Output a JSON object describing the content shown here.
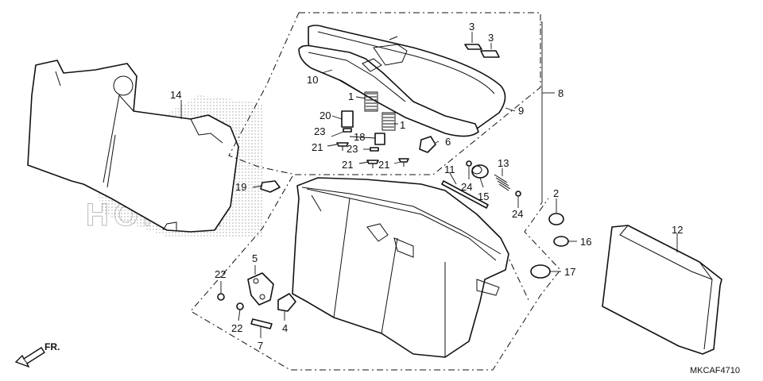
{
  "diagram": {
    "code": "MKCAF4710",
    "front_label": "FR.",
    "watermark": "HONDA",
    "callouts": [
      {
        "id": "c1a",
        "text": "1"
      },
      {
        "id": "c1b",
        "text": "1"
      },
      {
        "id": "c2",
        "text": "2"
      },
      {
        "id": "c3a",
        "text": "3"
      },
      {
        "id": "c3b",
        "text": "3"
      },
      {
        "id": "c4",
        "text": "4"
      },
      {
        "id": "c5",
        "text": "5"
      },
      {
        "id": "c6",
        "text": "6"
      },
      {
        "id": "c7",
        "text": "7"
      },
      {
        "id": "c8",
        "text": "8"
      },
      {
        "id": "c9",
        "text": "9"
      },
      {
        "id": "c10",
        "text": "10"
      },
      {
        "id": "c11",
        "text": "11"
      },
      {
        "id": "c12",
        "text": "12"
      },
      {
        "id": "c13",
        "text": "13"
      },
      {
        "id": "c14",
        "text": "14"
      },
      {
        "id": "c15",
        "text": "15"
      },
      {
        "id": "c16",
        "text": "16"
      },
      {
        "id": "c17",
        "text": "17"
      },
      {
        "id": "c18",
        "text": "18"
      },
      {
        "id": "c19",
        "text": "19"
      },
      {
        "id": "c20",
        "text": "20"
      },
      {
        "id": "c21a",
        "text": "21"
      },
      {
        "id": "c21b",
        "text": "21"
      },
      {
        "id": "c21c",
        "text": "21"
      },
      {
        "id": "c22a",
        "text": "22"
      },
      {
        "id": "c22b",
        "text": "22"
      },
      {
        "id": "c23a",
        "text": "23"
      },
      {
        "id": "c23b",
        "text": "23"
      },
      {
        "id": "c24a",
        "text": "24"
      },
      {
        "id": "c24b",
        "text": "24"
      }
    ]
  }
}
